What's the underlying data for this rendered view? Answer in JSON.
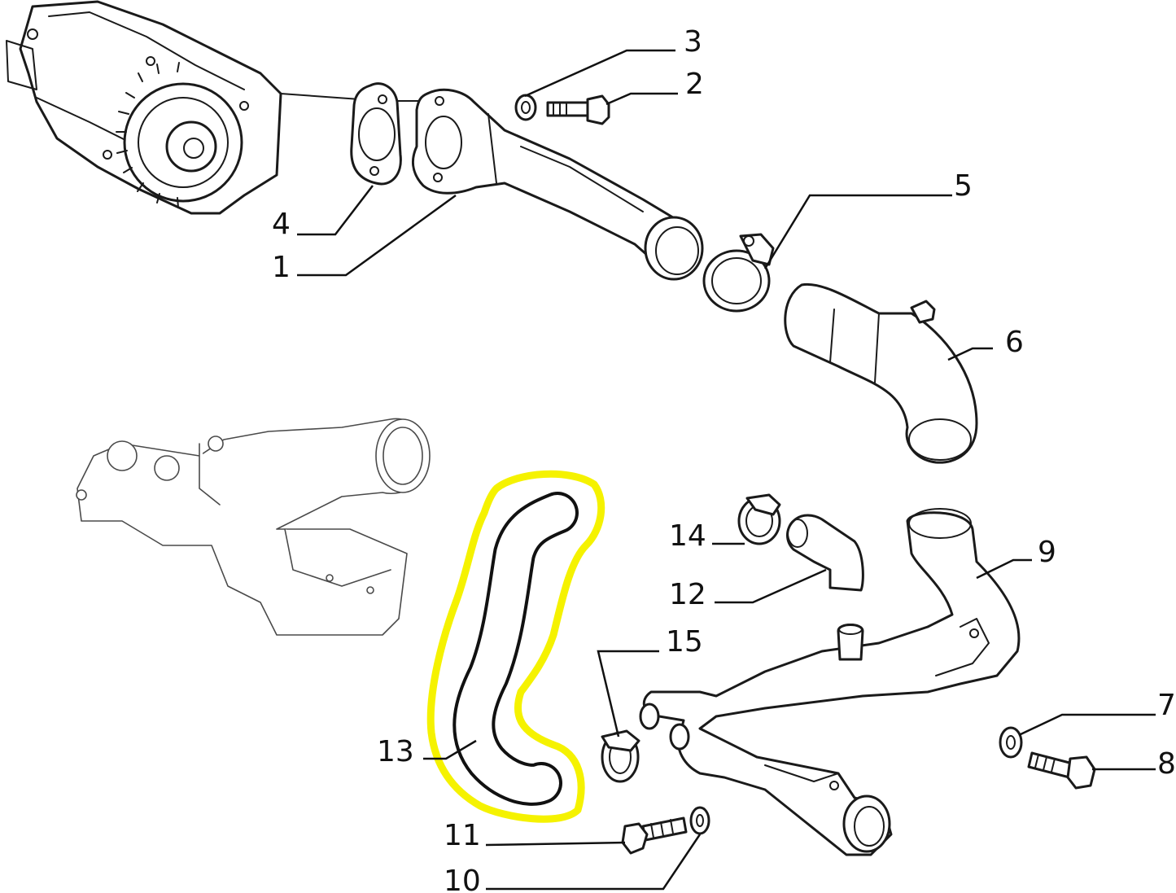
{
  "callouts": {
    "c1": "1",
    "c2": "2",
    "c3": "3",
    "c4": "4",
    "c5": "5",
    "c6": "6",
    "c7": "7",
    "c8": "8",
    "c9": "9",
    "c10": "10",
    "c11": "11",
    "c12": "12",
    "c13": "13",
    "c14": "14",
    "c15": "15"
  },
  "highlight_color": "#f5f200",
  "highlighted_part": "13"
}
